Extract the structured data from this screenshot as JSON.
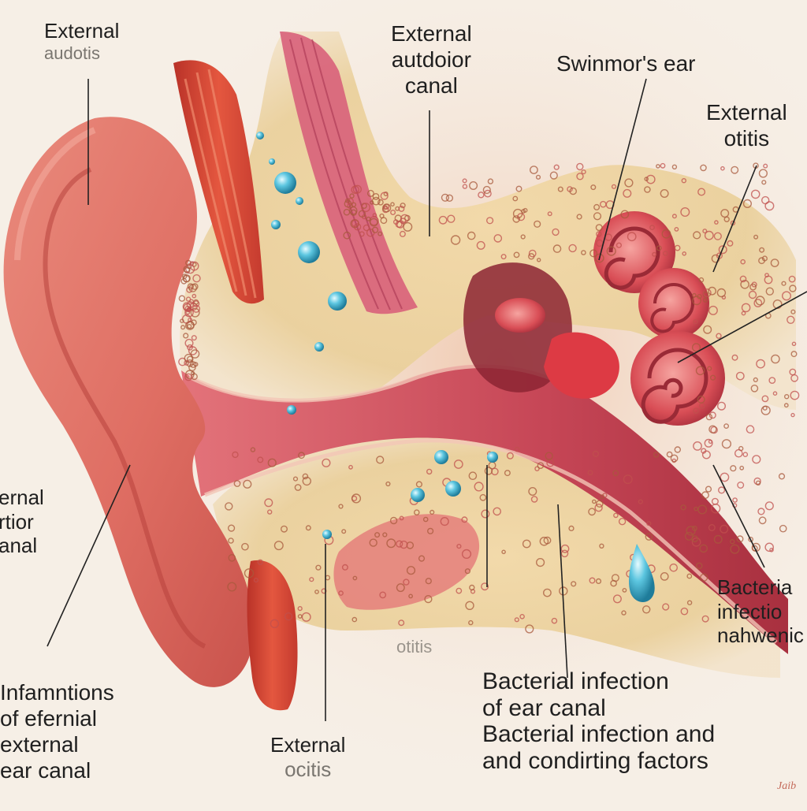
{
  "labels": {
    "top_left": {
      "line1": "External",
      "line2": "audotis"
    },
    "top_center": {
      "line1": "External",
      "line2": "autdoior",
      "line3": "canal"
    },
    "top_right": {
      "line1": "Swinmor's ear"
    },
    "right_upper": {
      "line1": "External",
      "line2": "otitis"
    },
    "left_mid": {
      "line1": "ernal",
      "line2": "rtior",
      "line3": "anal"
    },
    "right_lower": {
      "line1": "Bacteria",
      "line2": "infectio",
      "line3": "nahwenic"
    },
    "center_faint": {
      "line1": "otitis"
    },
    "bottom_left": {
      "line1": "Infamntions",
      "line2": "of efernial",
      "line3": "external",
      "line4": "ear canal"
    },
    "bottom_center": {
      "line1": "External",
      "line2": "ocitis"
    },
    "bottom_right": {
      "line1": "Bacterial infection",
      "line2": "of ear canal",
      "line3": "Bacterial infection and",
      "line4": "and condirting factors"
    },
    "signature": "Jaib"
  },
  "colors": {
    "background": "#f6efe6",
    "skin": "#e0766a",
    "muscle": "#d9453a",
    "tissue": "#ecd09a",
    "canal": "#c94a55",
    "fluid": "#4fb4d0"
  }
}
